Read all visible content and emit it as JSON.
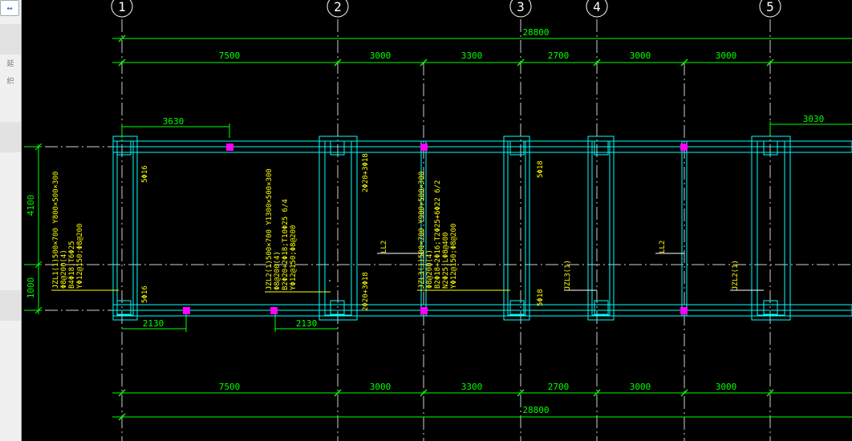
{
  "sidebar": {
    "button_glyph": "↔",
    "labels": [
      "延",
      "织"
    ]
  },
  "axes": [
    "1",
    "2",
    "3",
    "4",
    "5"
  ],
  "dimensions": {
    "overall": "28800",
    "spans": [
      "7500",
      "3000",
      "3300",
      "2700",
      "3000",
      "3000"
    ],
    "offset_top_left": "3630",
    "offset_top_right": "3030",
    "offset_bottom_left": "2130",
    "offset_bottom_mid": "2130",
    "side_upper": "4100",
    "side_lower": "1000"
  },
  "beam_labels": {
    "jzl1": [
      "JZL1(1)500×700 Y800×500×300",
      "Φ8@200(4)",
      "B4Φ18;T6Φ25",
      "YΦ12@150;Φ8@200"
    ],
    "jzl2": [
      "JZL2(1)500×700 Y1300×500×300",
      "Φ8@200(4)",
      "B2Φ20+2Φ18;T10Φ25 6/4",
      "YΦ12@150;Φ8@200"
    ],
    "jzl3": [
      "JZL3(1)500×700 Y900×500×300",
      "Φ8@200(4)",
      "B2Φ18+2Φ16;T2Φ25+6Φ22 6/2",
      "N2Φ25;LΦ8@400",
      "YΦ12@150;Φ8@200"
    ],
    "reinf_5_16_top": "5Φ16",
    "reinf_5_16_bottom": "5Φ16",
    "reinf_2_20_top": "2Φ20+3Φ18",
    "reinf_2_20_bottom": "2Φ20+3Φ18",
    "reinf_5_18_top": "5Φ18",
    "reinf_5_18_bottom": "5Φ18",
    "ll2_a": "LL2",
    "ll2_b": "LL2",
    "jzl3_tag": "JZL3(1)",
    "jzl2_tag": "JZL2(1)"
  },
  "colors": {
    "background": "#000000",
    "dimension": "#00ff00",
    "axis": "#ffffff",
    "beam": "#00ffff",
    "text": "#ffff00",
    "marker": "#ff00ff"
  }
}
